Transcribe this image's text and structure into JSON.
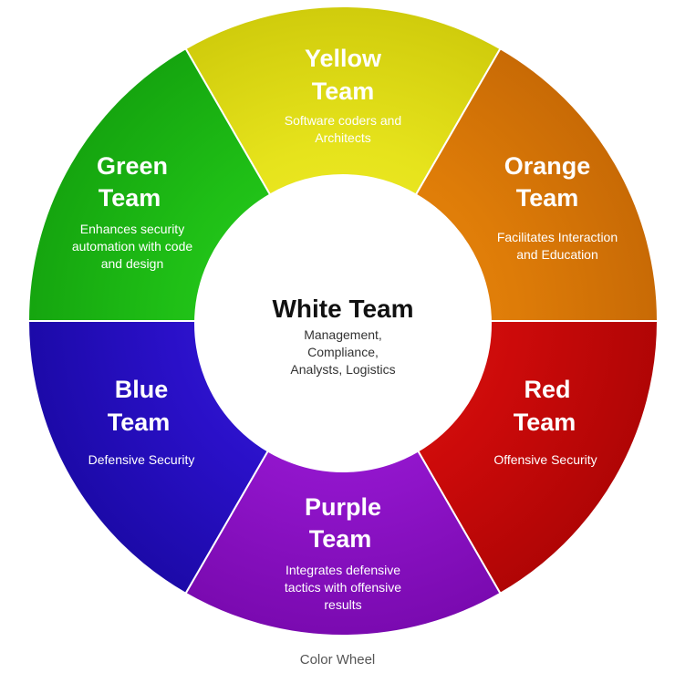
{
  "caption": "Color Wheel",
  "center": {
    "title": "White Team",
    "desc_lines": [
      "Management,",
      "Compliance,",
      "Analysts, Logistics"
    ],
    "color": "#ffffff"
  },
  "segments": [
    {
      "key": "yellow",
      "title_lines": [
        "Yellow",
        "Team"
      ],
      "desc_lines": [
        "Software coders and",
        "Architects"
      ],
      "color": "#e6e31c",
      "colorLight": "#f4f02c",
      "colorDark": "#d0cc0c"
    },
    {
      "key": "orange",
      "title_lines": [
        "Orange",
        "Team"
      ],
      "desc_lines": [
        "Facilitates Interaction",
        "and Education"
      ],
      "color": "#de7c08",
      "colorLight": "#f08c10",
      "colorDark": "#c86a05"
    },
    {
      "key": "red",
      "title_lines": [
        "Red",
        "Team"
      ],
      "desc_lines": [
        "Offensive Security"
      ],
      "color": "#cc0a0a",
      "colorLight": "#e01a12",
      "colorDark": "#b00505"
    },
    {
      "key": "purple",
      "title_lines": [
        "Purple",
        "Team"
      ],
      "desc_lines": [
        "Integrates defensive",
        "tactics with offensive",
        "results"
      ],
      "color": "#8f14c9",
      "colorLight": "#a520e0",
      "colorDark": "#7a0ab0"
    },
    {
      "key": "blue",
      "title_lines": [
        "Blue",
        "Team"
      ],
      "desc_lines": [
        "Defensive Security"
      ],
      "color": "#2a10c8",
      "colorLight": "#3a22e0",
      "colorDark": "#1c0aa8"
    },
    {
      "key": "green",
      "title_lines": [
        "Green",
        "Team"
      ],
      "desc_lines": [
        "Enhances security",
        "automation with code",
        "and design"
      ],
      "color": "#1fbf16",
      "colorLight": "#2ed424",
      "colorDark": "#15a50f"
    }
  ]
}
